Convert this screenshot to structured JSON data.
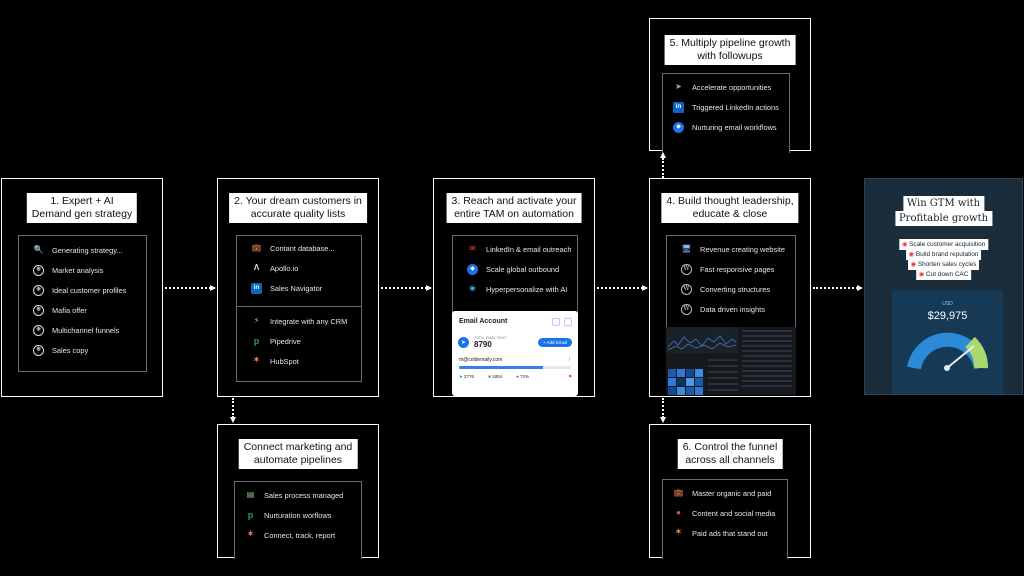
{
  "cards": {
    "c1": {
      "title_lines": [
        "1. Expert + AI",
        "Demand gen strategy"
      ],
      "items": [
        {
          "icon": "magnifier-icon",
          "label": "Generating strategy..."
        },
        {
          "icon": "openai-icon",
          "label": "Market analysis"
        },
        {
          "icon": "openai-icon",
          "label": "Ideal customer profiles"
        },
        {
          "icon": "openai-icon",
          "label": "Mafia offer"
        },
        {
          "icon": "openai-icon",
          "label": "Multichannel funnels"
        },
        {
          "icon": "openai-icon",
          "label": "Sales copy"
        }
      ]
    },
    "c2": {
      "title_lines": [
        "2. Your dream customers in",
        "accurate quality lists"
      ],
      "items": [
        {
          "icon": "briefcase-icon",
          "label": "Contant database..."
        },
        {
          "icon": "apollo-icon",
          "label": "Apollo.io"
        },
        {
          "icon": "linkedin-icon",
          "label": "Sales Navigator"
        }
      ],
      "items2": [
        {
          "icon": "lightning-icon",
          "label": "Integrate with any CRM"
        },
        {
          "icon": "pipedrive-icon",
          "label": "Pipedrive"
        },
        {
          "icon": "hubspot-icon",
          "label": "HubSpot"
        }
      ]
    },
    "c3": {
      "title_lines": [
        "3. Reach and activate your",
        "entire TAM on automation"
      ],
      "items": [
        {
          "icon": "email-icon",
          "label": "LinkedIn & email outreach"
        },
        {
          "icon": "shield-icon",
          "label": "Scale global outbound"
        },
        {
          "icon": "ai-swirl-icon",
          "label": "Hyperpersonalize with AI"
        }
      ],
      "email_widget": {
        "header": "Email Account",
        "stat_label": "TOTAL EMAIL SENT",
        "stat_value": "8790",
        "add_button": "+ Add Email",
        "address": "m@coldemaily.com",
        "progress": 0.75,
        "metrics": [
          "2776",
          "1804",
          "72%"
        ]
      }
    },
    "c4": {
      "title_lines": [
        "4. Build thought leadership,",
        "educate & close"
      ],
      "items": [
        {
          "icon": "monitor-icon",
          "label": "Revenue creating website"
        },
        {
          "icon": "wordpress-icon",
          "label": "Fast responsive pages"
        },
        {
          "icon": "wordpress-icon",
          "label": "Converting structures"
        },
        {
          "icon": "wordpress-icon",
          "label": "Data driven insights"
        }
      ]
    },
    "c5": {
      "title_lines": [
        "5. Multiply pipeline growth",
        "with followups"
      ],
      "items": [
        {
          "icon": "rocket-icon",
          "label": "Accelerate opportunities"
        },
        {
          "icon": "linkedin-icon",
          "label": "Triggered LinkedIn actions"
        },
        {
          "icon": "shield-icon",
          "label": "Nurturing email workflows"
        }
      ]
    },
    "c6": {
      "title_lines": [
        "6. Control the funnel",
        "across all channels"
      ],
      "items": [
        {
          "icon": "briefcase-icon",
          "label": "Master organic and paid"
        },
        {
          "icon": "people-icon",
          "label": "Content and social media"
        },
        {
          "icon": "hubspot-icon",
          "label": "Paid ads that stand out"
        }
      ]
    },
    "c7": {
      "title_lines": [
        "Connect marketing and",
        "automate pipelines"
      ],
      "items": [
        {
          "icon": "chart-icon",
          "label": "Sales process managed"
        },
        {
          "icon": "pipedrive-icon",
          "label": "Nurturation worflows"
        },
        {
          "icon": "hubspot-icon",
          "label": "Connect, track, report"
        }
      ]
    }
  },
  "gtm": {
    "title_lines": [
      "Win GTM with",
      "Profitable growth"
    ],
    "bullets": [
      "Scale customer acquisition",
      "Build brand reputation",
      "Shorten sales cycles",
      "Cut down CAC"
    ],
    "dashboard_label": "USD",
    "dashboard_value": "$29,975"
  },
  "colors": {
    "background": "#000000",
    "border": "#ffffff",
    "linkedin": "#0a66c2",
    "hubspot": "#ff7a59",
    "pipedrive": "#25a45a",
    "gtm_bg": "#1b2d3a",
    "accent_blue": "#1a73e8"
  }
}
